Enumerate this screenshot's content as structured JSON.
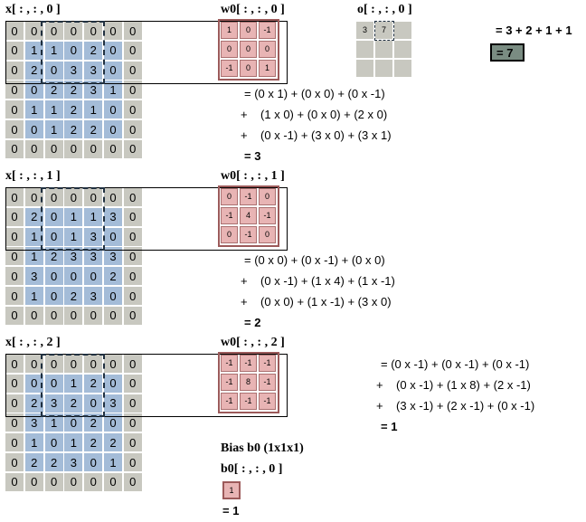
{
  "channels": [
    {
      "label": "x[ : , : , 0 ]",
      "grid": [
        [
          0,
          0,
          0,
          0,
          0,
          0,
          0
        ],
        [
          0,
          1,
          1,
          0,
          2,
          0,
          0
        ],
        [
          0,
          2,
          0,
          3,
          3,
          0,
          0
        ],
        [
          0,
          0,
          2,
          2,
          3,
          1,
          0
        ],
        [
          0,
          1,
          1,
          2,
          1,
          0,
          0
        ],
        [
          0,
          0,
          1,
          2,
          2,
          0,
          0
        ],
        [
          0,
          0,
          0,
          0,
          0,
          0,
          0
        ]
      ],
      "kernel_label": "w0[ : , : , 0 ]",
      "kernel": [
        [
          1,
          0,
          -1
        ],
        [
          0,
          0,
          0
        ],
        [
          -1,
          0,
          1
        ]
      ],
      "eq_lines": [
        "= (0 x 1) + (0 x 0) + (0 x -1)",
        "+    (1 x 0) + (0 x 0) + (2 x 0)",
        "+    (0 x -1) + (3 x 0) + (3 x 1)"
      ],
      "eq_result": "= 3"
    },
    {
      "label": "x[ : , : , 1 ]",
      "grid": [
        [
          0,
          0,
          0,
          0,
          0,
          0,
          0
        ],
        [
          0,
          2,
          0,
          1,
          1,
          3,
          0
        ],
        [
          0,
          1,
          0,
          1,
          3,
          0,
          0
        ],
        [
          0,
          1,
          2,
          3,
          3,
          3,
          0
        ],
        [
          0,
          3,
          0,
          0,
          0,
          2,
          0
        ],
        [
          0,
          1,
          0,
          2,
          3,
          0,
          0
        ],
        [
          0,
          0,
          0,
          0,
          0,
          0,
          0
        ]
      ],
      "kernel_label": "w0[ : , : , 1 ]",
      "kernel": [
        [
          0,
          -1,
          0
        ],
        [
          -1,
          4,
          -1
        ],
        [
          0,
          -1,
          0
        ]
      ],
      "eq_lines": [
        "= (0 x 0) + (0 x -1) + (0 x 0)",
        "+    (0 x -1) + (1 x 4) + (1 x -1)",
        "+    (0 x 0) + (1 x -1) + (3 x 0)"
      ],
      "eq_result": "= 2"
    },
    {
      "label": "x[ : , : , 2 ]",
      "grid": [
        [
          0,
          0,
          0,
          0,
          0,
          0,
          0
        ],
        [
          0,
          0,
          0,
          1,
          2,
          0,
          0
        ],
        [
          0,
          2,
          3,
          2,
          0,
          3,
          0
        ],
        [
          0,
          3,
          1,
          0,
          2,
          0,
          0
        ],
        [
          0,
          1,
          0,
          1,
          2,
          2,
          0
        ],
        [
          0,
          2,
          2,
          3,
          0,
          1,
          0
        ],
        [
          0,
          0,
          0,
          0,
          0,
          0,
          0
        ]
      ],
      "kernel_label": "w0[ : , : , 2 ]",
      "kernel": [
        [
          -1,
          -1,
          -1
        ],
        [
          -1,
          8,
          -1
        ],
        [
          -1,
          -1,
          -1
        ]
      ],
      "eq_lines": [
        "= (0 x -1) + (0 x -1) + (0 x -1)",
        "+    (0 x -1) + (1 x 8) + (2 x -1)",
        "+    (3 x -1) + (2 x -1) + (0 x -1)"
      ],
      "eq_result": "= 1"
    }
  ],
  "output": {
    "label": "o[ : , : , 0 ]",
    "grid": [
      [
        "3",
        "7",
        ""
      ],
      [
        "",
        "",
        ""
      ],
      [
        "",
        "",
        ""
      ]
    ],
    "sum_text": "= 3 + 2 + 1 + 1",
    "sum_result": "= 7"
  },
  "bias": {
    "title": "Bias b0 (1x1x1)",
    "label": "b0[ : , : , 0 ]",
    "value": "1",
    "result": "= 1"
  }
}
